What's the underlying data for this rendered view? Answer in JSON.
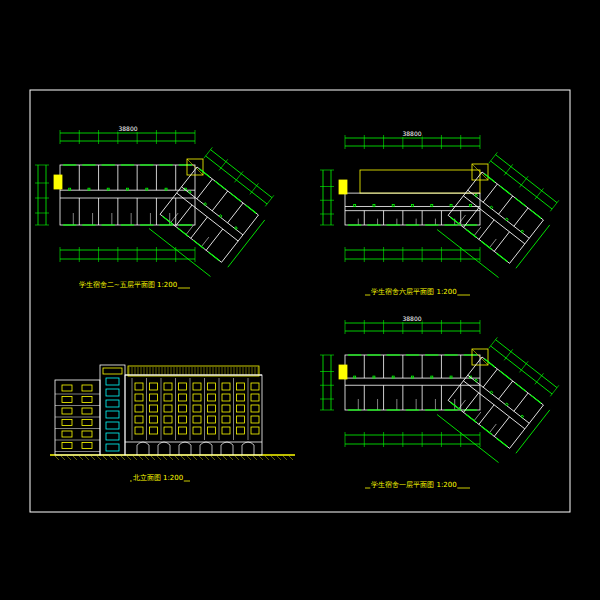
{
  "diagram": {
    "labels": [
      "学生宿舍二~五层平面图 1:200",
      "学生宿舍六层平面图 1:200",
      "北立面图 1:200",
      "学生宿舍一层平面图 1:200",
      "38800",
      "38800",
      "38800"
    ]
  }
}
